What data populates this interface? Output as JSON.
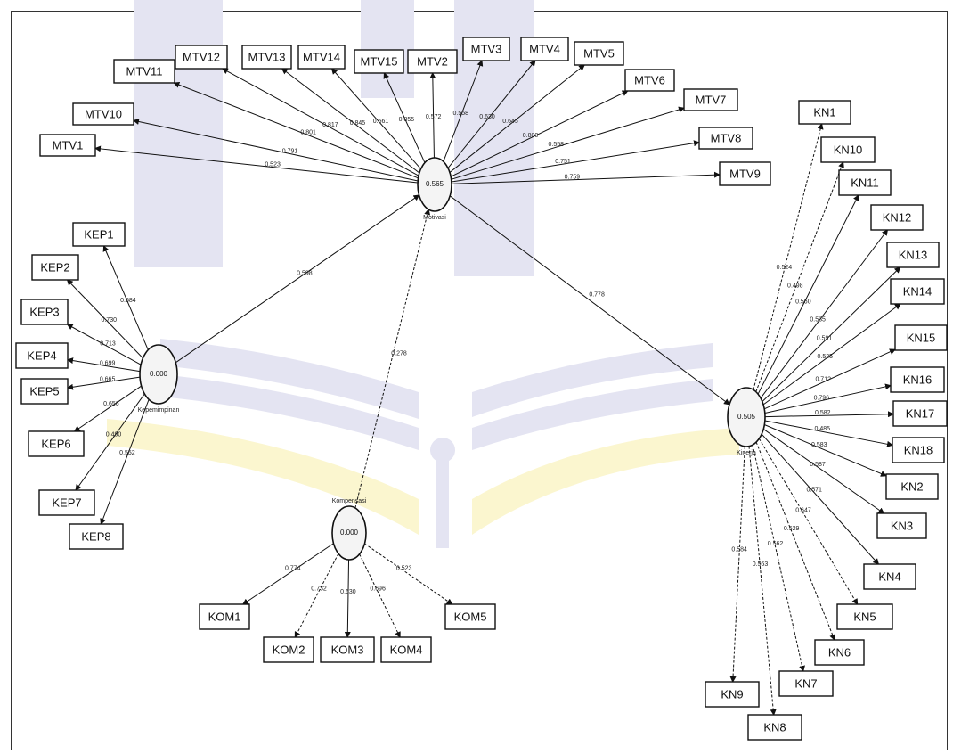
{
  "latents": [
    {
      "id": "motivasi",
      "label": "Motivasi",
      "r2": "0.565"
    },
    {
      "id": "kepemimpinan",
      "label": "Kepemimpinan",
      "r2": "0.000"
    },
    {
      "id": "kompensasi",
      "label": "Kompensasi",
      "r2": "0.000"
    },
    {
      "id": "kinerja",
      "label": "Kinerja",
      "r2": "0.505"
    }
  ],
  "paths": [
    {
      "from": "kepemimpinan",
      "to": "motivasi",
      "label": "0.598"
    },
    {
      "from": "kompensasi",
      "to": "motivasi",
      "label": "0.278"
    },
    {
      "from": "motivasi",
      "to": "kinerja",
      "label": "0.778"
    }
  ],
  "indicators": [
    {
      "name": "MTV1",
      "latent": "motivasi",
      "loading": "0.523"
    },
    {
      "name": "MTV10",
      "latent": "motivasi",
      "loading": "0.791"
    },
    {
      "name": "MTV11",
      "latent": "motivasi",
      "loading": "0.801"
    },
    {
      "name": "MTV12",
      "latent": "motivasi",
      "loading": "0.817"
    },
    {
      "name": "MTV13",
      "latent": "motivasi",
      "loading": "0.845"
    },
    {
      "name": "MTV14",
      "latent": "motivasi",
      "loading": "0.561"
    },
    {
      "name": "MTV15",
      "latent": "motivasi",
      "loading": "0.855"
    },
    {
      "name": "MTV2",
      "latent": "motivasi",
      "loading": "0.572"
    },
    {
      "name": "MTV3",
      "latent": "motivasi",
      "loading": "0.558"
    },
    {
      "name": "MTV4",
      "latent": "motivasi",
      "loading": "0.630"
    },
    {
      "name": "MTV5",
      "latent": "motivasi",
      "loading": "0.645"
    },
    {
      "name": "MTV6",
      "latent": "motivasi",
      "loading": "0.800"
    },
    {
      "name": "MTV7",
      "latent": "motivasi",
      "loading": "0.558"
    },
    {
      "name": "MTV8",
      "latent": "motivasi",
      "loading": "0.751"
    },
    {
      "name": "MTV9",
      "latent": "motivasi",
      "loading": "0.759"
    },
    {
      "name": "KEP1",
      "latent": "kepemimpinan",
      "loading": "0.684"
    },
    {
      "name": "KEP2",
      "latent": "kepemimpinan",
      "loading": "0.730"
    },
    {
      "name": "KEP3",
      "latent": "kepemimpinan",
      "loading": "0.713"
    },
    {
      "name": "KEP4",
      "latent": "kepemimpinan",
      "loading": "0.699"
    },
    {
      "name": "KEP5",
      "latent": "kepemimpinan",
      "loading": "0.665"
    },
    {
      "name": "KEP6",
      "latent": "kepemimpinan",
      "loading": "0.656"
    },
    {
      "name": "KEP7",
      "latent": "kepemimpinan",
      "loading": "0.490"
    },
    {
      "name": "KEP8",
      "latent": "kepemimpinan",
      "loading": "0.552"
    },
    {
      "name": "KOM1",
      "latent": "kompensasi",
      "loading": "0.774"
    },
    {
      "name": "KOM2",
      "latent": "kompensasi",
      "loading": "0.732"
    },
    {
      "name": "KOM3",
      "latent": "kompensasi",
      "loading": "0.630"
    },
    {
      "name": "KOM4",
      "latent": "kompensasi",
      "loading": "0.696"
    },
    {
      "name": "KOM5",
      "latent": "kompensasi",
      "loading": "0.523"
    },
    {
      "name": "KN1",
      "latent": "kinerja",
      "loading": "0.524"
    },
    {
      "name": "KN10",
      "latent": "kinerja",
      "loading": "0.498"
    },
    {
      "name": "KN11",
      "latent": "kinerja",
      "loading": "0.560"
    },
    {
      "name": "KN12",
      "latent": "kinerja",
      "loading": "0.535"
    },
    {
      "name": "KN13",
      "latent": "kinerja",
      "loading": "0.591"
    },
    {
      "name": "KN14",
      "latent": "kinerja",
      "loading": "0.525"
    },
    {
      "name": "KN15",
      "latent": "kinerja",
      "loading": "0.712"
    },
    {
      "name": "KN16",
      "latent": "kinerja",
      "loading": "0.796"
    },
    {
      "name": "KN17",
      "latent": "kinerja",
      "loading": "0.582"
    },
    {
      "name": "KN18",
      "latent": "kinerja",
      "loading": "0.485"
    },
    {
      "name": "KN2",
      "latent": "kinerja",
      "loading": "0.583"
    },
    {
      "name": "KN3",
      "latent": "kinerja",
      "loading": "0.587"
    },
    {
      "name": "KN4",
      "latent": "kinerja",
      "loading": "0.571"
    },
    {
      "name": "KN5",
      "latent": "kinerja",
      "loading": "0.647"
    },
    {
      "name": "KN6",
      "latent": "kinerja",
      "loading": "0.529"
    },
    {
      "name": "KN7",
      "latent": "kinerja",
      "loading": "0.562"
    },
    {
      "name": "KN8",
      "latent": "kinerja",
      "loading": "0.563"
    },
    {
      "name": "KN9",
      "latent": "kinerja",
      "loading": "0.584"
    }
  ],
  "colors": {
    "line": "#111111",
    "watermark": "#e4e4f2",
    "watermark_yellow": "#fbf6cf"
  }
}
